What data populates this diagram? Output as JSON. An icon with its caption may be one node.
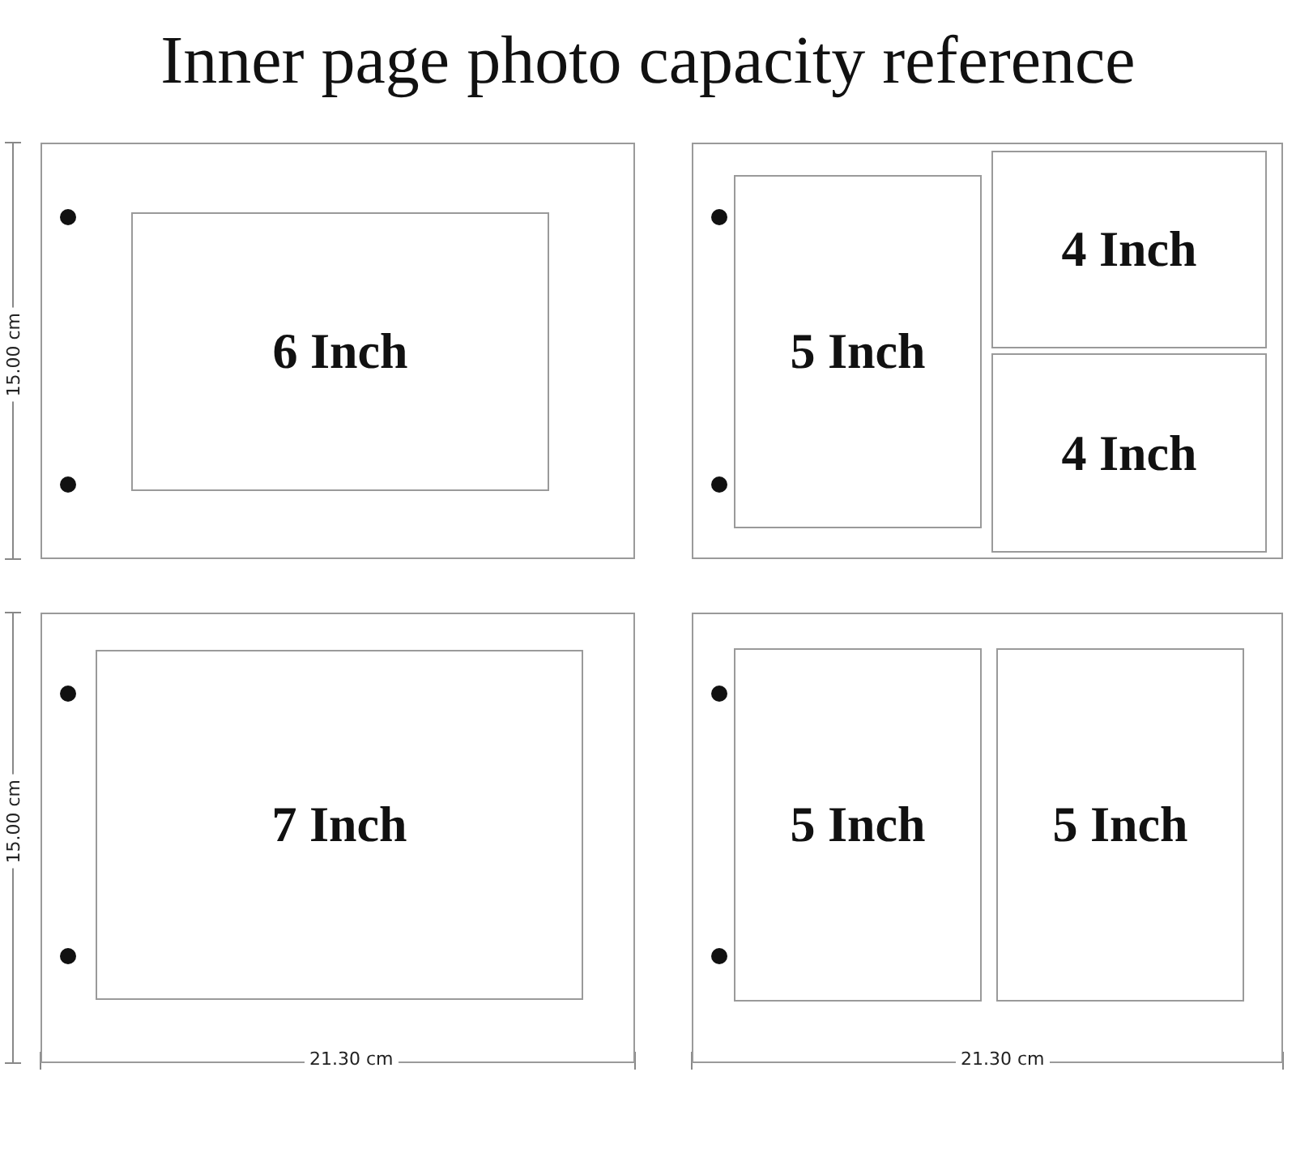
{
  "diagram": {
    "title": "Inner page photo capacity reference",
    "nodes": [
      {
        "text": [],
        "shape": "box"
      },
      {
        "text": [
          "6 Inch"
        ],
        "in": 0
      },
      {
        "text": [],
        "shape": "box"
      },
      {
        "text": [
          "5 Inch"
        ],
        "in": 2
      },
      {
        "text": [
          "4 Inch"
        ],
        "in": 2
      },
      {
        "text": [
          "4 Inch"
        ],
        "in": 2
      },
      {
        "text": [],
        "shape": "box"
      },
      {
        "text": [
          "7 Inch"
        ],
        "in": 6
      },
      {
        "text": [],
        "shape": "box"
      },
      {
        "text": [
          "5 Inch"
        ],
        "in": 8
      },
      {
        "text": [
          "5 Inch"
        ],
        "in": 8
      }
    ],
    "edges": [],
    "labels": [
      "15.00 cm",
      "15.00 cm",
      "21.30 cm",
      "21.30 cm"
    ]
  }
}
